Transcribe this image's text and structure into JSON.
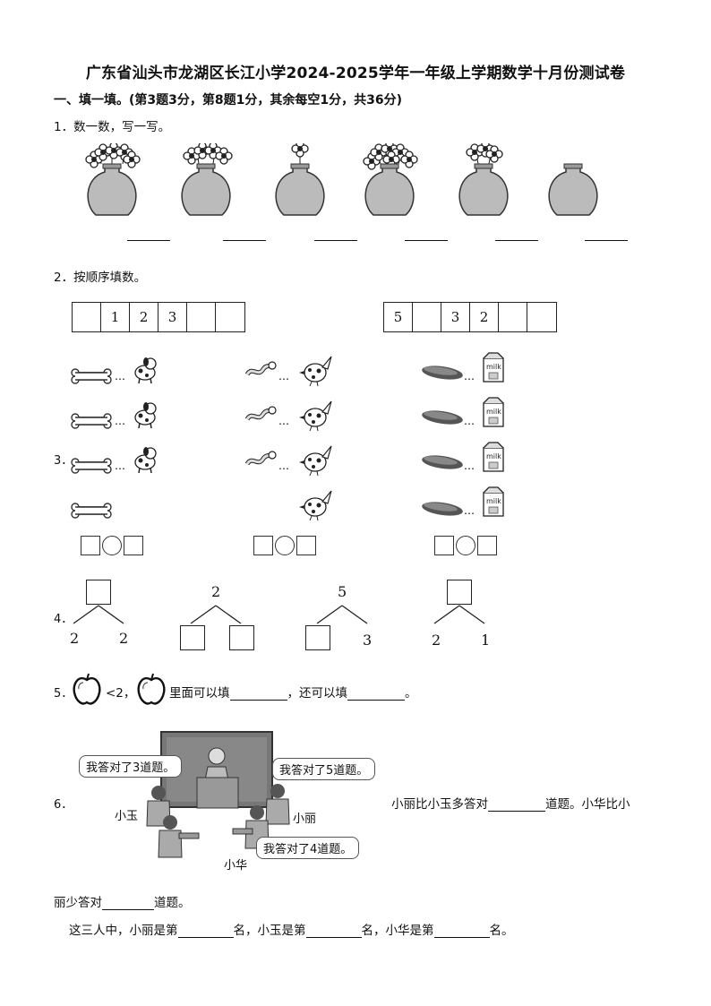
{
  "title": "广东省汕头市龙湖区长江小学2024-2025学年一年级上学期数学十月份测试卷",
  "section1": "一、填一填。(第3题3分，第8题1分，其余每空1分，共36分)",
  "q1": {
    "label": "1．",
    "text": "数一数，写一写。"
  },
  "q2": {
    "label": "2．",
    "text": "按顺序填数。",
    "row1": [
      "",
      "1",
      "2",
      "3",
      "",
      ""
    ],
    "row2": [
      "5",
      "",
      "3",
      "2",
      "",
      ""
    ]
  },
  "q3": {
    "label": "3．"
  },
  "q4": {
    "label": "4．",
    "tree1": {
      "top": "",
      "left": "2",
      "right": "2"
    },
    "tree2": {
      "top": "2",
      "left": "",
      "right": ""
    },
    "tree3": {
      "top": "5",
      "left": "",
      "right": "3"
    },
    "tree4": {
      "top": "",
      "left": "2",
      "right": "1"
    }
  },
  "q5": {
    "label": "5．",
    "ineq": "<2，",
    "text1": "里面可以填",
    "text2": "，还可以填",
    "end": "。"
  },
  "q6": {
    "label": "6．",
    "bubble1": "我答对了3道题。",
    "bubble2": "我答对了5道题。",
    "bubble3": "我答对了4道题。",
    "name_yu": "小玉",
    "name_li": "小丽",
    "name_hua": "小华",
    "line1a": "小丽比小玉多答对",
    "line1b": "道题。小华比小",
    "line2a": "丽少答对",
    "line2b": "道题。",
    "line3a": "这三人中，小丽是第",
    "line3b": "名，小玉是第",
    "line3c": "名，小华是第",
    "line3d": "名。"
  }
}
